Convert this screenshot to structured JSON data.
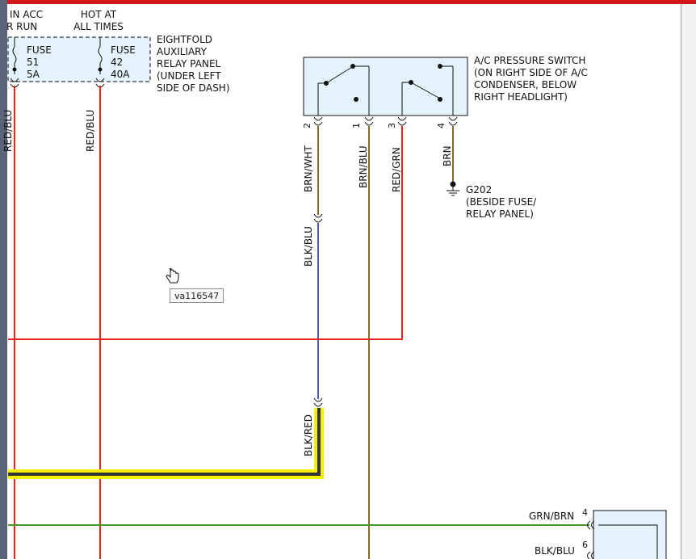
{
  "fuse_header": {
    "left_line1": "IN ACC",
    "left_line2": "R RUN",
    "right_line1": "HOT AT",
    "right_line2": "ALL TIMES"
  },
  "fuses": [
    {
      "label": "FUSE",
      "number": "51",
      "rating": "5A"
    },
    {
      "label": "FUSE",
      "number": "42",
      "rating": "40A"
    }
  ],
  "relay_panel": {
    "lines": [
      "EIGHTFOLD",
      "AUXILIARY",
      "RELAY PANEL",
      "(UNDER LEFT",
      "SIDE OF DASH)"
    ]
  },
  "left_wires": {
    "wire_a_label": "RED/BLU",
    "wire_b_label": "RED/BLU"
  },
  "pressure_switch": {
    "lines": [
      "A/C PRESSURE SWITCH",
      "(ON RIGHT SIDE OF A/C",
      "CONDENSER, BELOW",
      "RIGHT HEADLIGHT)"
    ],
    "pins": [
      "2",
      "1",
      "3",
      "4"
    ]
  },
  "switch_wires": [
    "BRN/WHT",
    "BRN/BLU",
    "RED/GRN",
    "BRN"
  ],
  "ground": {
    "id": "G202",
    "line1": "(BESIDE FUSE/",
    "line2": "RELAY PANEL)"
  },
  "lower_wires": {
    "blk_blu": "BLK/BLU",
    "blk_red": "BLK/RED"
  },
  "bottom_connector": {
    "wire1_label": "GRN/BRN",
    "wire1_pin": "4",
    "wire2_label": "BLK/BLU",
    "wire2_pin": "6"
  },
  "tooltip": {
    "text": "va116547"
  },
  "colors": {
    "red": "#e8241c",
    "brown": "#8a6a2a",
    "blue": "#5656b8",
    "green": "#4a9a2a",
    "highlight": "#f5f000",
    "component_fill": "#e4f2fb"
  }
}
